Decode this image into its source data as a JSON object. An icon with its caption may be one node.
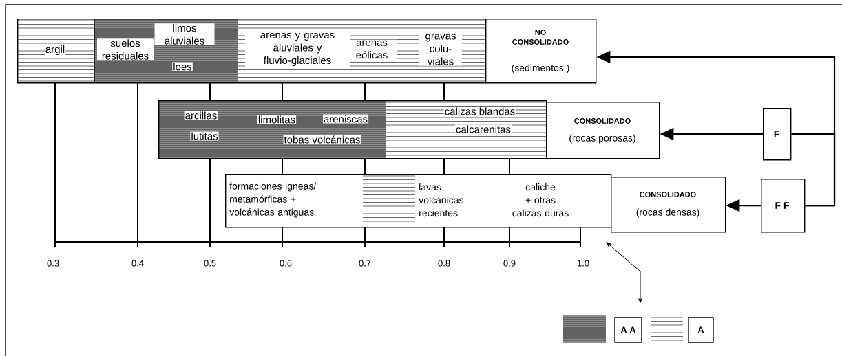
{
  "diagram": {
    "nodes": [
      {
        "text": [
          "argil",
          "suelos residuales",
          "limos aluviales",
          "loes",
          "arenas y gravas aluviales y fluvio-glaciales",
          "arenas eólicas",
          "gravas colu- viales"
        ]
      },
      {
        "text": [
          "NO CONSOLIDADO",
          "(sedimentos )"
        ]
      },
      {
        "text": [
          "arcillas",
          "limolitas",
          "areniscas",
          "calizas blandas",
          "calcarenitas",
          "lutitas",
          "tobas volcánicas"
        ]
      },
      {
        "text": [
          "CONSOLIDADO",
          "(rocas porosas)"
        ]
      },
      {
        "text": [
          "formaciones igneas/ metamórficas + volcánicas antiguas",
          "lavas volcánicas recientes",
          "caliche + otras calizas duras"
        ]
      },
      {
        "text": [
          "CONSOLIDADO",
          "(rocas densas)"
        ]
      },
      {
        "text": [
          "F"
        ]
      },
      {
        "text": [
          "F F"
        ]
      }
    ],
    "edges": [
      {
        "from": 7,
        "to": 1,
        "arrow": "to"
      },
      {
        "from": 7,
        "to": 6,
        "arrow": "none"
      },
      {
        "from": 6,
        "to": 3,
        "arrow": "to"
      },
      {
        "from": 7,
        "to": 5,
        "arrow": "to"
      }
    ],
    "labels": [
      "0.3",
      "0.4",
      "0.5",
      "0.6",
      "0.7",
      "0.8",
      "0.9",
      "1.0"
    ],
    "legend": [
      {
        "text": "A A"
      },
      {
        "text": "A"
      }
    ]
  }
}
